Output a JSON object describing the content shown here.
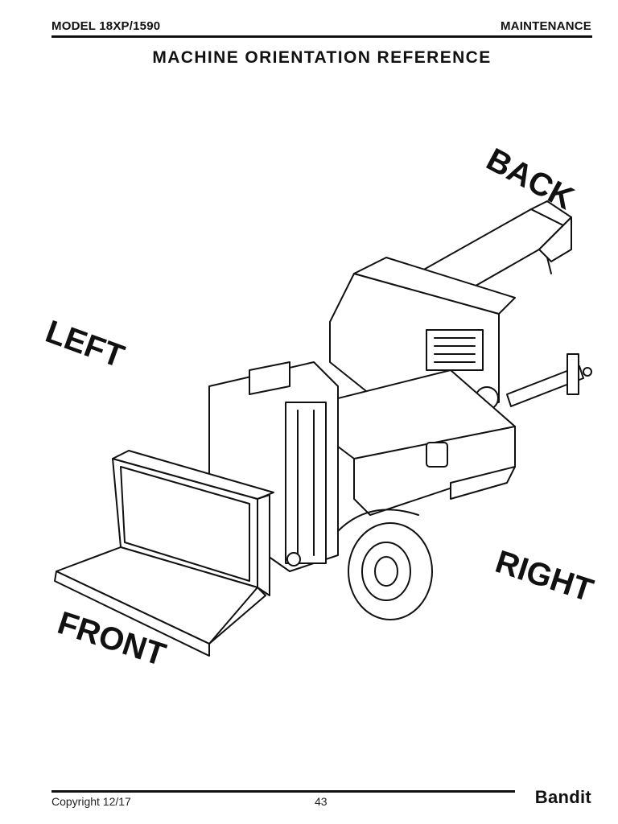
{
  "header": {
    "model": "MODEL 18XP/1590",
    "section": "MAINTENANCE"
  },
  "title": "MACHINE ORIENTATION REFERENCE",
  "orientation_labels": {
    "back": "BACK",
    "left": "LEFT",
    "right": "RIGHT",
    "front": "FRONT"
  },
  "illustration": {
    "icon": "wood-chipper-line-drawing"
  },
  "footer": {
    "copyright": "Copyright 12/17",
    "page_number": "43",
    "brand": "Bandit"
  }
}
